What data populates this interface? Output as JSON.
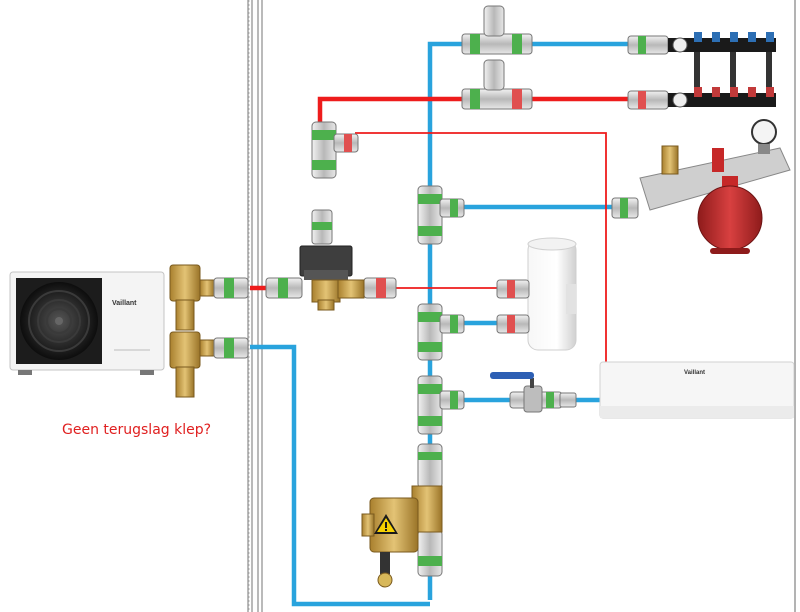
{
  "annotation": "Geen terugslag klep?",
  "heatpump": {
    "brand": "Vaillant"
  },
  "airco": {
    "brand": "Vaillant"
  },
  "colors": {
    "hot": "#ee1c1c",
    "cold": "#29a3dd",
    "brass": "#c9a24a",
    "tank_red": "#c62828",
    "wall_line": "#8c8c8c"
  },
  "icons": {
    "warning": "warning-triangle-icon"
  }
}
